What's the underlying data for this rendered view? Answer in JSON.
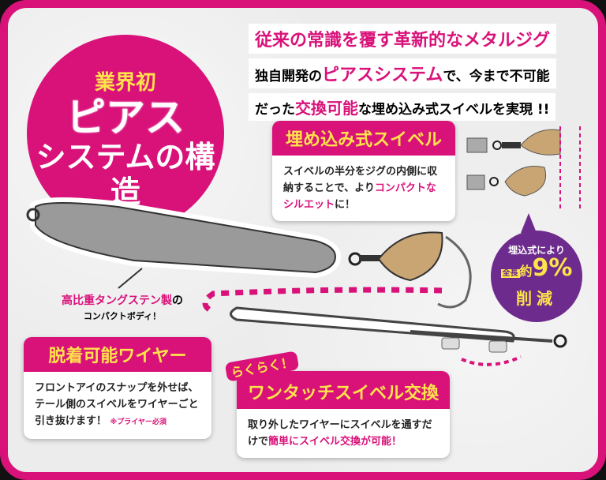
{
  "headline": {
    "line1": "従来の常識を覆す革新的なメタルジグ",
    "line2_a": "独自開発の",
    "line2_b": "ピアスシステム",
    "line2_c": "で、今まで不可能",
    "line3_a": "だった",
    "line3_b": "交換可能",
    "line3_c": "な埋め込み式スイベルを実現 !!"
  },
  "badge": {
    "top": "業界初",
    "main": "ピアス",
    "sub": "システムの構造"
  },
  "embedded_swivel": {
    "title": "埋め込み式スイベル",
    "body_a": "スイベルの半分をジグの内側に収納することで、より",
    "body_b": "コンパクトなシルエット",
    "body_c": "に！"
  },
  "reduction": {
    "label": "埋込式により",
    "tag": "全長",
    "prefix": "約",
    "value": "9%",
    "suffix": "削減"
  },
  "body_note": {
    "a": "高比重タングステン製",
    "b": "の",
    "c": "コンパクトボディ！"
  },
  "wire": {
    "title": "脱着可能ワイヤー",
    "body": "フロントアイのスナップを外せば、テール側のスイベルをワイヤーごと引き抜けます！",
    "note": "※プライヤー必須"
  },
  "one_touch": {
    "tag": "らくらく！",
    "title": "ワンタッチスイベル交換",
    "body_a": "取り外したワイヤーにスイベルを通すだけで",
    "body_b": "簡単にスイベル交換が可能！"
  },
  "colors": {
    "pink": "#d9127a",
    "yellow": "#ffe34a",
    "purple": "#6d2b8d",
    "blade": "#c9a574"
  }
}
